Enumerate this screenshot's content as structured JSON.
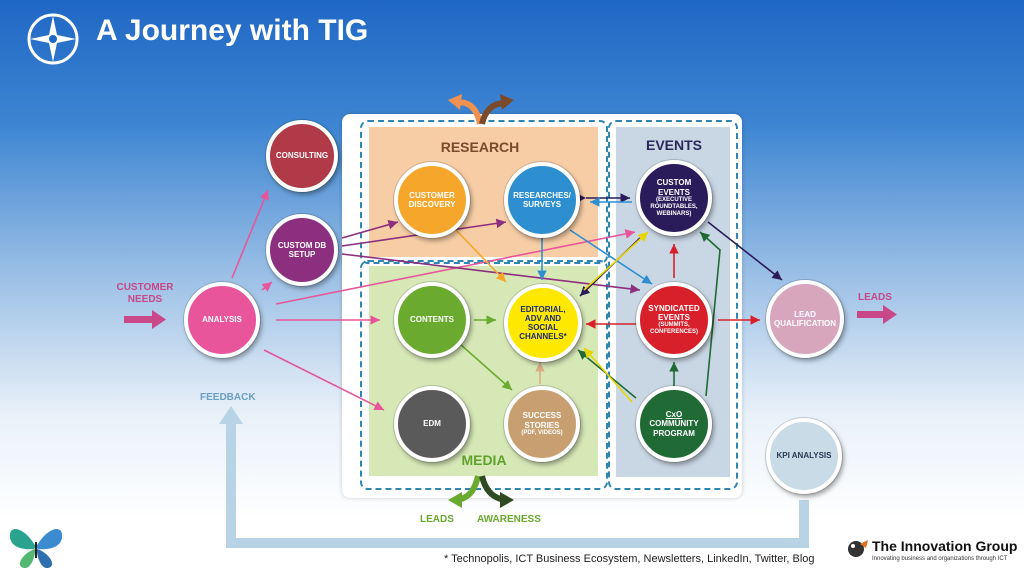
{
  "title": "A Journey with TIG",
  "sections": {
    "research": "RESEARCH",
    "events": "EVENTS",
    "media": "MEDIA"
  },
  "nodes": {
    "consulting": "CONSULTING",
    "custom_db": "CUSTOM DB SETUP",
    "analysis": "ANALYSIS",
    "customer_discovery": "CUSTOMER DISCOVERY",
    "researches": "RESEARCHES/ SURVEYS",
    "custom_events": "CUSTOM EVENTS",
    "custom_events_sub": "(EXECUTIVE ROUNDTABLES, WEBINARS)",
    "contents": "CONTENTS",
    "editorial": "EDITORIAL, ADV AND SOCIAL CHANNELS*",
    "syndicated": "SYNDICATED EVENTS",
    "syndicated_sub": "(SUMMITS, CONFERENCES)",
    "edm": "EDM",
    "success": "SUCCESS STORIES",
    "success_sub": "(PDF, VIDEOS)",
    "cxo_line1": "CxO",
    "cxo_line2": "COMMUNITY PROGRAM",
    "lead_qual": "LEAD QUALIFICATION",
    "kpi": "KPI ANALYSIS"
  },
  "labels": {
    "customer_needs": "CUSTOMER NEEDS",
    "leads_right": "LEADS",
    "feedback": "FEEDBACK",
    "leads_bottom": "LEADS",
    "awareness": "AWARENESS"
  },
  "footnote": "* Technopolis, ICT Business Ecosystem, Newsletters, LinkedIn, Twitter, Blog",
  "brand": {
    "name": "The Innovation Group",
    "tagline": "Innovating business and organizations through ICT"
  },
  "colors": {
    "consulting": "#b03a48",
    "custom_db": "#8c2f7e",
    "analysis": "#e8559a",
    "customer_discovery": "#f6a72b",
    "researches": "#2d8fd0",
    "custom_events": "#2a1c5a",
    "contents": "#6aaa2e",
    "editorial": "#ffe800",
    "syndicated": "#d8202b",
    "edm": "#5a5a5a",
    "success": "#c79f71",
    "cxo": "#1f6a35",
    "lead_qual": "#d7a6bd",
    "kpi": "#c9dbe6"
  },
  "icons": [
    "compass-logo-icon",
    "butterfly-icon",
    "tig-logo-icon"
  ]
}
